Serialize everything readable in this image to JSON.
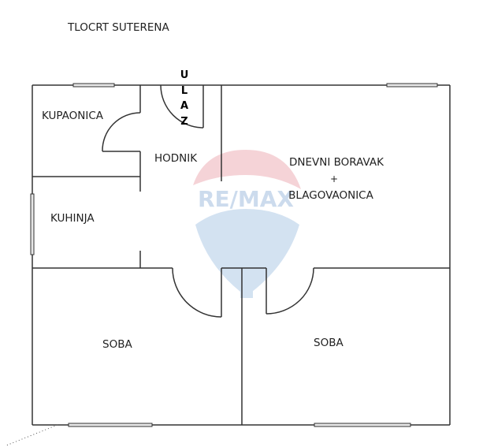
{
  "title": "TLOCRT SUTERENA",
  "entrance_letters": [
    "U",
    "L",
    "A",
    "Z"
  ],
  "rooms": {
    "bathroom": "KUPAONICA",
    "hallway": "HODNIK",
    "kitchen": "KUHINJA",
    "living_line1": "DNEVNI BORAVAK",
    "living_plus": "+",
    "living_line2": "BLAGOVAONICA",
    "room_left": "SOBA",
    "room_right": "SOBA"
  },
  "watermark": "RE/MAX",
  "colors": {
    "wall": "#333333",
    "watermark_red": "#e8a0a8",
    "watermark_blue": "#a9c3e0"
  }
}
